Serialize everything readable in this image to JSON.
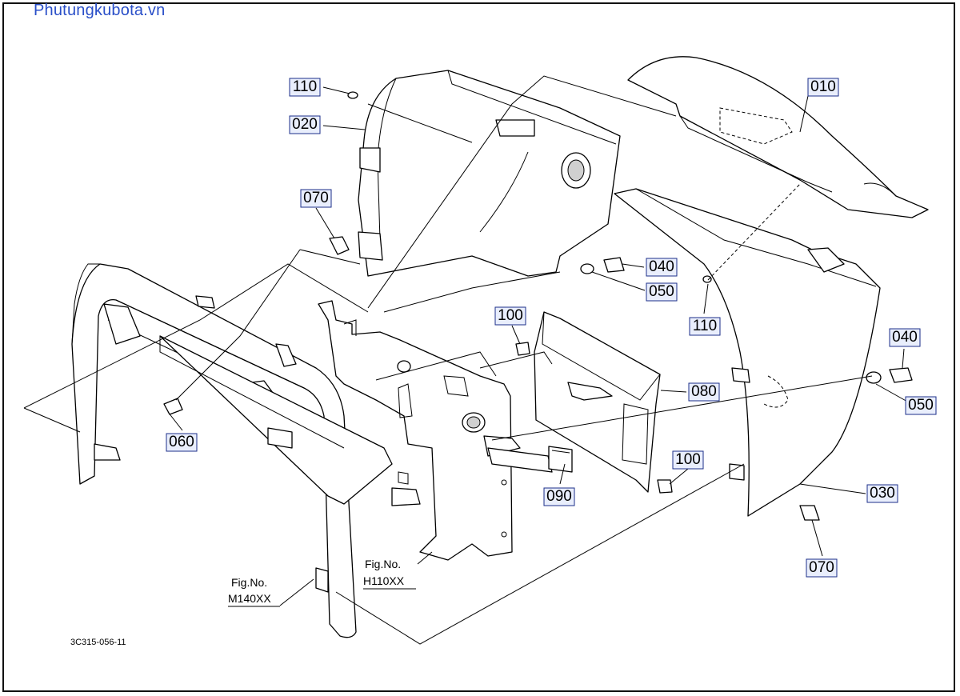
{
  "watermark": "Phutungkubota.vn",
  "drawing_code": "3C315-056-11",
  "figure_refs": [
    {
      "line1": "Fig.No.",
      "line2": "M140XX"
    },
    {
      "line1": "Fig.No.",
      "line2": "H110XX"
    }
  ],
  "callouts": [
    "110",
    "020",
    "070",
    "040",
    "050",
    "110",
    "100",
    "060",
    "080",
    "090",
    "100",
    "010",
    "040",
    "050",
    "030",
    "070"
  ],
  "colors": {
    "watermark": "#2a4fc8",
    "callout_fill": "#e9eefc",
    "callout_border": "#1c2f8a"
  }
}
